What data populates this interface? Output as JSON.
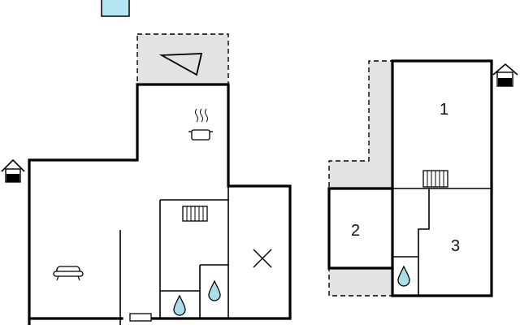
{
  "rooms": {
    "bedroom_1": {
      "number": "1"
    },
    "bedroom_2": {
      "number": "2"
    },
    "bedroom_3": {
      "number": "3"
    }
  },
  "icons": {
    "entrance": "house-entrance-icon",
    "kitchen": "cooking-pot-icon",
    "living_room": "sofa-icon",
    "heating": "radiator-icon",
    "bathroom": "water-drop-icon",
    "utility": "cross-icon",
    "terrace": "triangle-icon",
    "window": "window-icon"
  },
  "colors": {
    "walls": "#000000",
    "outdoor_area": "#e3e3e3",
    "water": "#a9dde8",
    "window_glass": "#b6e6f4"
  }
}
